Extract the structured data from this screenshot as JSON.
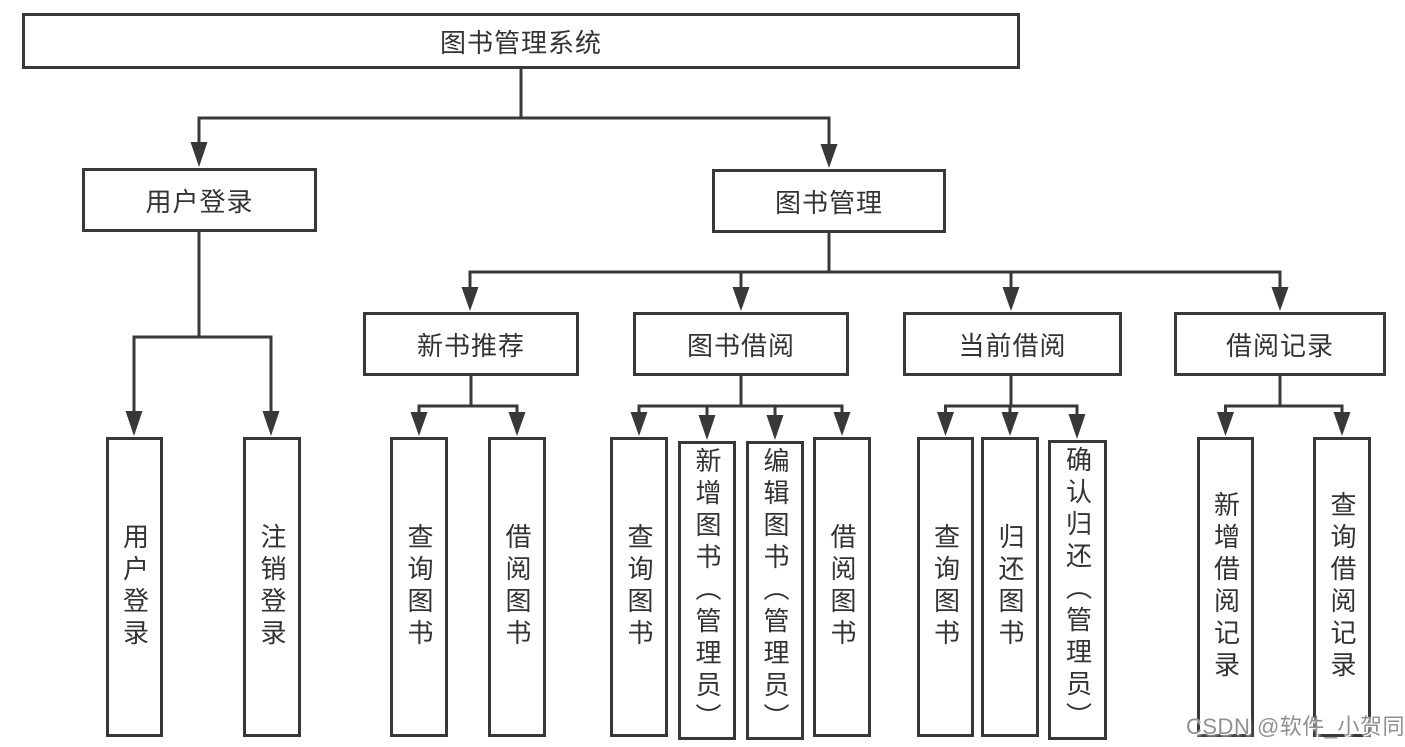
{
  "tree": {
    "label": "图书管理系统",
    "children": [
      {
        "label": "用户登录",
        "children": [
          {
            "label": "用户登录"
          },
          {
            "label": "注销登录"
          }
        ]
      },
      {
        "label": "图书管理",
        "children": [
          {
            "label": "新书推荐",
            "children": [
              {
                "label": "查询图书"
              },
              {
                "label": "借阅图书"
              }
            ]
          },
          {
            "label": "图书借阅",
            "children": [
              {
                "label": "查询图书"
              },
              {
                "label": "新增图书（管理员）"
              },
              {
                "label": "编辑图书（管理员）"
              },
              {
                "label": "借阅图书"
              }
            ]
          },
          {
            "label": "当前借阅",
            "children": [
              {
                "label": "查询图书"
              },
              {
                "label": "归还图书"
              },
              {
                "label": "确认归还（管理员）"
              }
            ]
          },
          {
            "label": "借阅记录",
            "children": [
              {
                "label": "新增借阅记录"
              },
              {
                "label": "查询借阅记录"
              }
            ]
          }
        ]
      }
    ]
  },
  "watermark": {
    "text": "CSDN @软件_小贺同学"
  },
  "colors": {
    "line": "#383838",
    "text": "#333333",
    "node_background": "#ffffff",
    "background": "#ffffff",
    "watermark": "#909090"
  }
}
